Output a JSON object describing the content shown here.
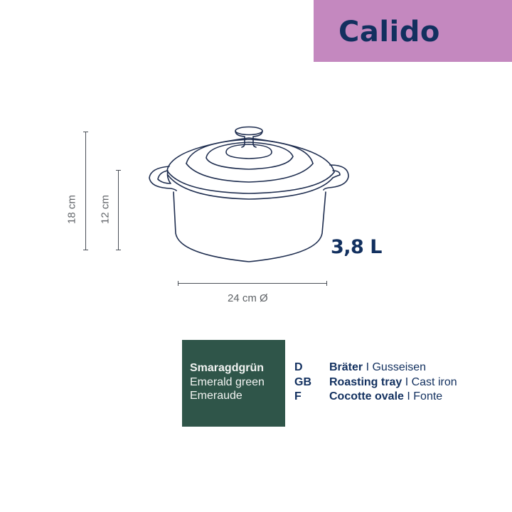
{
  "brand": {
    "name": "Calido",
    "banner_color": "#c488bf",
    "text_color": "#12305f"
  },
  "product_drawing": {
    "icon": "cast-iron-pot-with-lid-icon",
    "line_color": "#1e2d4f"
  },
  "dimensions": {
    "total_height": "18 cm",
    "body_height": "12 cm",
    "diameter": "24 cm Ø"
  },
  "capacity": "3,8 L",
  "color_swatch": {
    "background": "#2f5549",
    "names": [
      "Smaragdgrün",
      "Emerald green",
      "Emeraude"
    ]
  },
  "languages": [
    {
      "code": "D",
      "product": "Bräter",
      "separator": " I ",
      "material": "Gusseisen"
    },
    {
      "code": "GB",
      "product": "Roasting tray",
      "separator": " I ",
      "material": "Cast iron"
    },
    {
      "code": "F",
      "product": "Cocotte ovale",
      "separator": " I ",
      "material": "Fonte"
    }
  ]
}
